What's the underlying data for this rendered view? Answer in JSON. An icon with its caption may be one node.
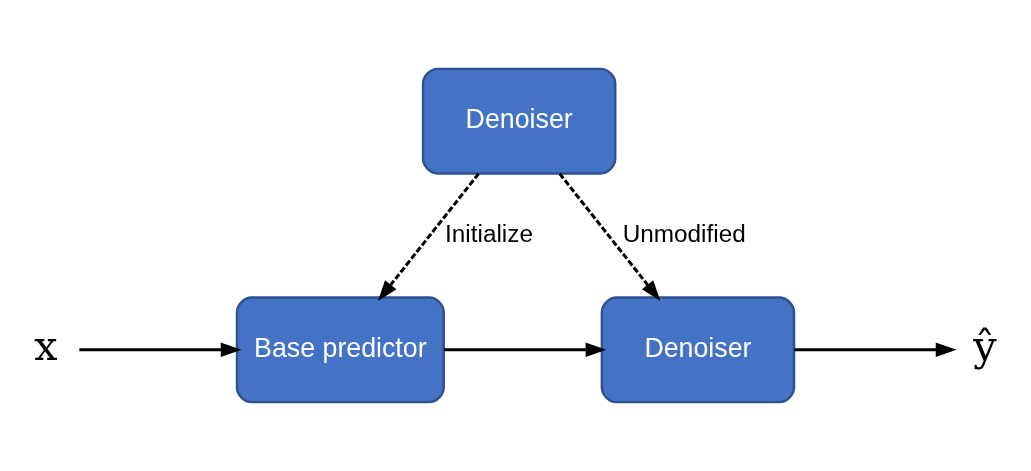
{
  "diagram": {
    "nodes": [
      {
        "text": [
          "Denoiser"
        ]
      },
      {
        "text": [
          "Base predictor"
        ]
      },
      {
        "text": [
          "Denoiser"
        ]
      },
      {
        "text": [
          "x"
        ]
      },
      {
        "text": [
          "ŷ"
        ]
      }
    ],
    "edges": [
      {
        "from": 0,
        "to": 1,
        "arrow": "to",
        "style": "dashed",
        "label": "Initialize"
      },
      {
        "from": 0,
        "to": 2,
        "arrow": "to",
        "style": "dashed",
        "label": "Unmodified"
      },
      {
        "from": 3,
        "to": 1,
        "arrow": "to"
      },
      {
        "from": 1,
        "to": 2,
        "arrow": "to"
      },
      {
        "from": 2,
        "to": 4,
        "arrow": "to"
      }
    ]
  }
}
